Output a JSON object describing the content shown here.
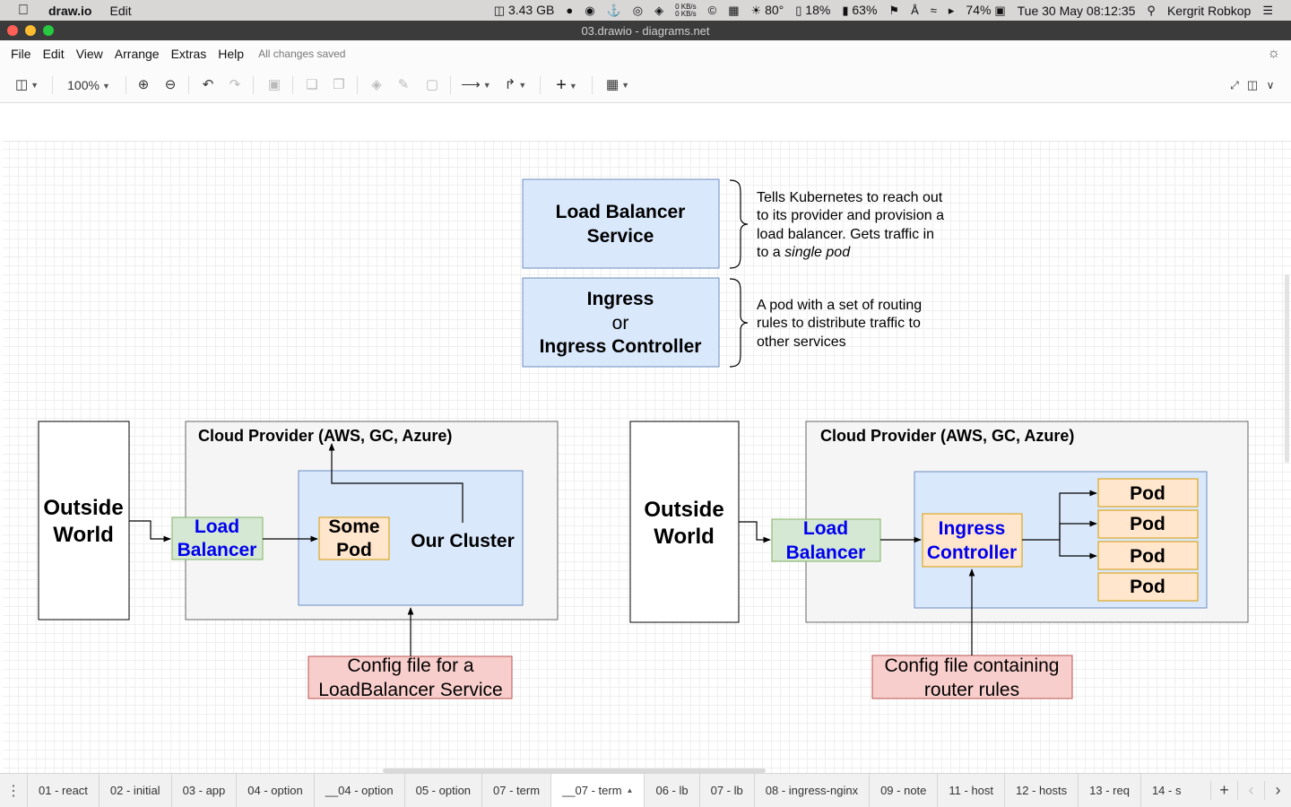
{
  "menubar": {
    "app_name": "draw.io",
    "items": [
      "Edit"
    ],
    "status": {
      "storage": "3.43 GB",
      "net_up": "0 KB/s",
      "net_down": "0 KB/s",
      "temperature": "80°",
      "battery_small": "18%",
      "battery_other": "63%",
      "volume_pct": "74%",
      "datetime": "Tue 30 May  08:12:35",
      "user": "Kergrit Robkop"
    }
  },
  "window": {
    "title": "03.drawio - diagrams.net"
  },
  "app_menu": {
    "items": [
      "File",
      "Edit",
      "View",
      "Arrange",
      "Extras",
      "Help"
    ],
    "save_status": "All changes saved"
  },
  "toolbar": {
    "zoom": "100%"
  },
  "diagram": {
    "legend": {
      "lb_service": {
        "line1": "Load Balancer",
        "line2": "Service"
      },
      "ingress": {
        "line1": "Ingress",
        "line2": "or",
        "line3": "Ingress Controller"
      },
      "lb_note": {
        "line1": "Tells Kubernetes to reach out",
        "line2": "to its provider and provision a",
        "line3": "load balancer.  Gets traffic in",
        "line4_prefix": "to a ",
        "line4_emph": "single pod"
      },
      "ingress_note": {
        "line1": "A pod with a set of routing",
        "line2": "rules to distribute traffic to",
        "line3": "other services"
      }
    },
    "left": {
      "outside": {
        "line1": "Outside",
        "line2": "World"
      },
      "cloud_title": "Cloud Provider (AWS, GC, Azure)",
      "lb": {
        "line1": "Load",
        "line2": "Balancer"
      },
      "pod": {
        "line1": "Some",
        "line2": "Pod"
      },
      "cluster": "Our Cluster",
      "config": {
        "line1": "Config file for a",
        "line2": "LoadBalancer Service"
      }
    },
    "right": {
      "outside": {
        "line1": "Outside",
        "line2": "World"
      },
      "cloud_title": "Cloud Provider (AWS, GC, Azure)",
      "lb": {
        "line1": "Load",
        "line2": "Balancer"
      },
      "ingress": {
        "line1": "Ingress",
        "line2": "Controller"
      },
      "pods": [
        "Pod",
        "Pod",
        "Pod",
        "Pod"
      ],
      "config": {
        "line1": "Config file containing",
        "line2": "router rules"
      }
    },
    "colors": {
      "blue_fill": "#dae8fc",
      "blue_stroke": "#6c8ebf",
      "green_fill": "#d5e8d4",
      "green_stroke": "#82b366",
      "orange_fill": "#ffe6cc",
      "orange_stroke": "#d79b00",
      "red_fill": "#f8cecc",
      "red_stroke": "#b85450",
      "gray_fill": "#f5f5f5",
      "gray_stroke": "#666666",
      "link_blue": "#0000ee"
    }
  },
  "tabs": [
    {
      "label": "01 - react"
    },
    {
      "label": "02 - initial"
    },
    {
      "label": "03 - app"
    },
    {
      "label": "04 - option"
    },
    {
      "label": "__04 - option"
    },
    {
      "label": "05 - option"
    },
    {
      "label": "07 - term"
    },
    {
      "label": "__07 - term",
      "active": true
    },
    {
      "label": "06 - lb"
    },
    {
      "label": "07 - lb"
    },
    {
      "label": "08 - ingress-nginx"
    },
    {
      "label": "09 - note"
    },
    {
      "label": "11 - host"
    },
    {
      "label": "12 - hosts"
    },
    {
      "label": "13 - req"
    },
    {
      "label": "14 - s"
    }
  ]
}
